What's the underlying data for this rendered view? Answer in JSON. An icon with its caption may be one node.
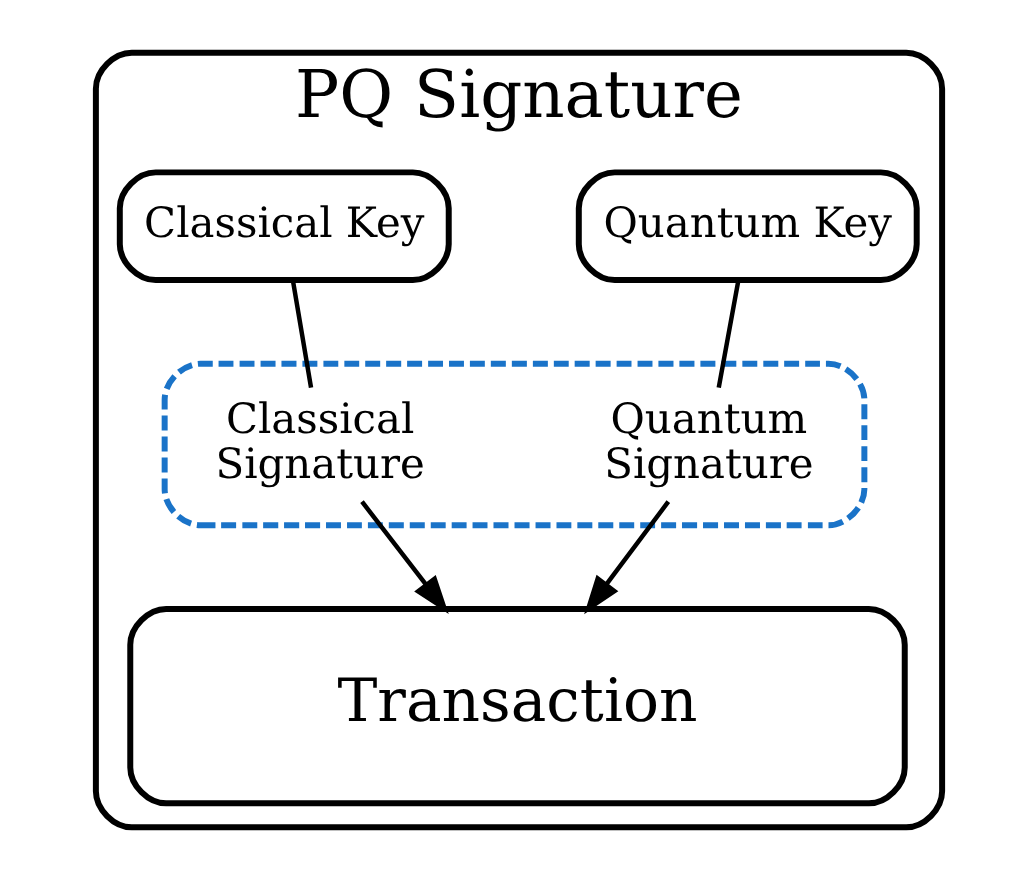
{
  "diagram": {
    "nodes": [
      {
        "text": [
          "PQ Signature"
        ]
      },
      {
        "text": [
          "Classical Key"
        ],
        "in": 0
      },
      {
        "text": [
          "Quantum Key"
        ],
        "in": 0
      },
      {
        "text": [],
        "shape": "box",
        "in": 0
      },
      {
        "text": [
          "Classical Signature"
        ],
        "in": 3
      },
      {
        "text": [
          "Quantum Signature"
        ],
        "in": 3
      },
      {
        "text": [
          "Transaction"
        ],
        "in": 0
      }
    ],
    "edges": [
      {
        "from": 1,
        "to": 4,
        "arrow": "none"
      },
      {
        "from": 2,
        "to": 5,
        "arrow": "none"
      },
      {
        "from": 4,
        "to": 6,
        "arrow": "to"
      },
      {
        "from": 5,
        "to": 6,
        "arrow": "to"
      }
    ]
  }
}
